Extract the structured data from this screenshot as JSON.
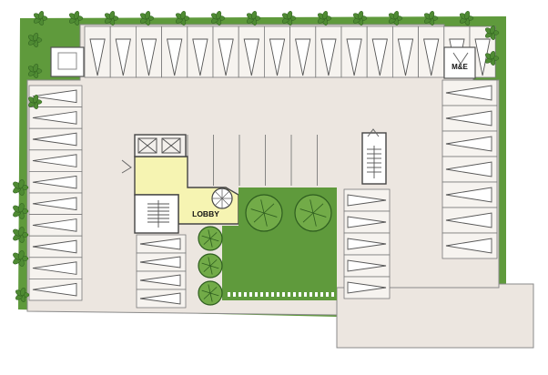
{
  "plan": {
    "labels": {
      "lobby": "LOBBY",
      "mechanical": "M&E"
    },
    "colors": {
      "landscape": "#5f9a3c",
      "landscape_dark": "#3f7a2a",
      "tree_canopy": "#72ab48",
      "hardscape": "#ece6e0",
      "parking_stall": "#f6f3ef",
      "lobby_fill": "#f6f4b2",
      "linework": "#7a7a7a",
      "paving_band": "#ffffff"
    },
    "parking": {
      "top_row_count": 16,
      "left_column_count": 10,
      "right_column_count": 7,
      "right_inner_column_count": 5,
      "lower_inner_rows_count": 4,
      "middle_row_count": 6
    },
    "features": {
      "stairs": [
        "stair-core",
        "stair-east"
      ],
      "elevators": 2,
      "spiral_stair": 1,
      "courtyard_trees": 5
    }
  }
}
